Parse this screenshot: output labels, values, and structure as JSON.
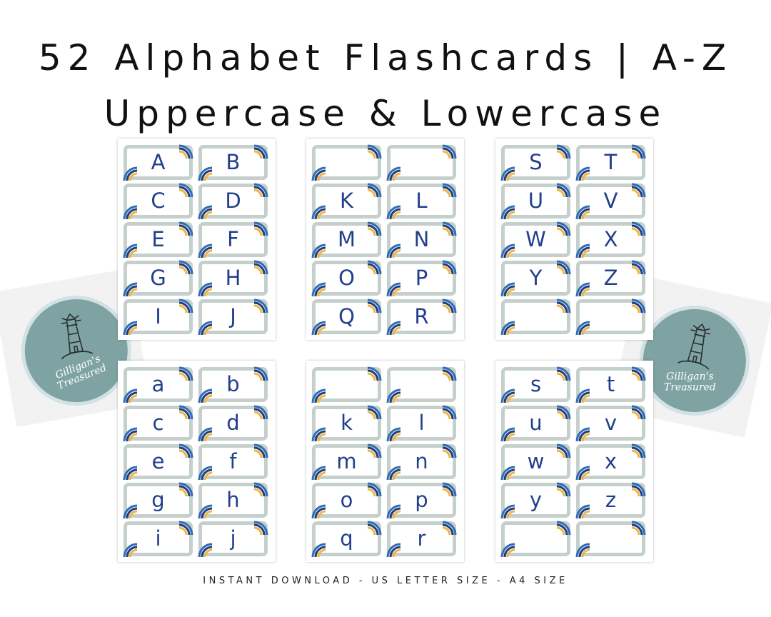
{
  "title_line1": "52 Alphabet Flashcards | A-Z",
  "title_line2": "Uppercase & Lowercase",
  "footer": "INSTANT DOWNLOAD - US LETTER SIZE - A4 SIZE",
  "colors": {
    "letter": "#213f8c",
    "card_border": "#c5d0cd",
    "rainbow_outer": "#2f6db3",
    "rainbow_middle": "#1f3d85",
    "rainbow_inner": "#f2b43c",
    "logo_circle": "#7fa3a3",
    "logo_ring": "#d2e1e5"
  },
  "logo": {
    "line1": "Gilligan's",
    "line2": "Treasured",
    "icon": "lighthouse-icon"
  },
  "sheets": [
    [
      "A",
      "B",
      "C",
      "D",
      "E",
      "F",
      "G",
      "H",
      "I",
      "J"
    ],
    [
      "",
      "",
      "K",
      "L",
      "M",
      "N",
      "O",
      "P",
      "Q",
      "R"
    ],
    [
      "S",
      "T",
      "U",
      "V",
      "W",
      "X",
      "Y",
      "Z",
      "",
      ""
    ],
    [
      "a",
      "b",
      "c",
      "d",
      "e",
      "f",
      "g",
      "h",
      "i",
      "j"
    ],
    [
      "",
      "",
      "k",
      "l",
      "m",
      "n",
      "o",
      "p",
      "q",
      "r"
    ],
    [
      "s",
      "t",
      "u",
      "v",
      "w",
      "x",
      "y",
      "z",
      "",
      ""
    ]
  ]
}
